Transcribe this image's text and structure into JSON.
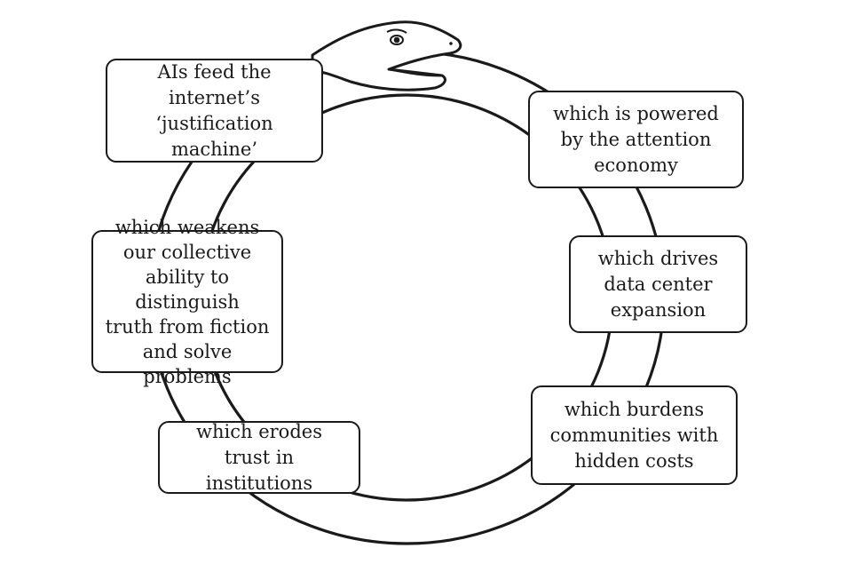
{
  "diagram": {
    "colors": {
      "stroke": "#1a1a1a",
      "fill": "#ffffff"
    },
    "cycle_steps": [
      {
        "id": "ais-feed",
        "label": "AIs feed the\ninternet’s\n‘justification machine’"
      },
      {
        "id": "attention-economy",
        "label": "which is powered\nby the attention\neconomy"
      },
      {
        "id": "data-center",
        "label": "which drives\ndata center\nexpansion"
      },
      {
        "id": "hidden-costs",
        "label": "which burdens\ncommunities with\nhidden costs"
      },
      {
        "id": "erodes-trust",
        "label": "which erodes\ntrust in institutions"
      },
      {
        "id": "weakens-ability",
        "label": "which weakens\nour collective\nability to distinguish\ntruth from fiction\nand solve problems"
      }
    ],
    "decoration": {
      "motif": "ouroboros snake",
      "icon": "snake-head-icon"
    }
  }
}
